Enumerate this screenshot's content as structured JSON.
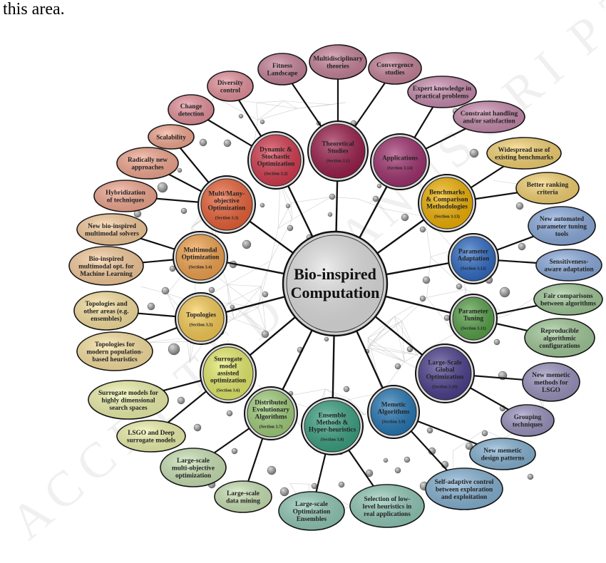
{
  "header_text": "this area.",
  "watermark": "ACCEPTED MANUSCRIPT",
  "center": {
    "label": [
      "Bio-inspired",
      "Computation"
    ]
  },
  "topics": [
    {
      "id": "theoretical",
      "title": [
        "Theoretical",
        "Studies"
      ],
      "section": "(Section 3.1)",
      "color": "#9c1d4a",
      "leaves": [
        {
          "text": [
            "Fitness",
            "Landscape"
          ]
        },
        {
          "text": [
            "Multidisciplinary",
            "theories"
          ]
        },
        {
          "text": [
            "Convergence",
            "studies"
          ]
        }
      ]
    },
    {
      "id": "applications",
      "title": [
        "Applications"
      ],
      "section": "(Section 3.14)",
      "color": "#a1306f",
      "leaves": [
        {
          "text": [
            "Expert knowledge in",
            "practical problems"
          ]
        },
        {
          "text": [
            "Constraint handling",
            "and/or satisfaction"
          ]
        }
      ]
    },
    {
      "id": "benchmarks",
      "title": [
        "Benchmarks",
        "& Comparison",
        "Methodologies"
      ],
      "section": "(Section 3.13)",
      "color": "#f4b400",
      "leaves": [
        {
          "text": [
            "Widespread use of",
            "existing benchmarks"
          ]
        },
        {
          "text": [
            "Better ranking",
            "criteria"
          ]
        }
      ]
    },
    {
      "id": "param-adapt",
      "title": [
        "Parameter",
        "Adaptation"
      ],
      "section": "(Section 3.12)",
      "color": "#2f6cc8",
      "leaves": [
        {
          "text": [
            "New automated",
            "parameter tuning",
            "tools"
          ]
        },
        {
          "text": [
            "Sensitiveness-",
            "aware adaptation"
          ]
        }
      ]
    },
    {
      "id": "param-tuning",
      "title": [
        "Parameter",
        "Tuning"
      ],
      "section": "(Section 3.11)",
      "color": "#57a348",
      "leaves": [
        {
          "text": [
            "Fair comparisons",
            "between algorithms"
          ]
        },
        {
          "text": [
            "Reproducible",
            "algorithmic",
            "configurations"
          ]
        }
      ]
    },
    {
      "id": "lsgo",
      "title": [
        "Large-Scale",
        "Global",
        "Optimization"
      ],
      "section": "(Section 3.10)",
      "color": "#4b3f8f",
      "leaves": [
        {
          "text": [
            "New memetic",
            "methods for",
            "LSGO"
          ]
        },
        {
          "text": [
            "Grouping",
            "techniques"
          ]
        }
      ]
    },
    {
      "id": "memetic",
      "title": [
        "Memetic",
        "Algorithms"
      ],
      "section": "(Section 3.9)",
      "color": "#2478b7",
      "leaves": [
        {
          "text": [
            "New memetic",
            "design patterns"
          ]
        },
        {
          "text": [
            "Self-adaptive control",
            "between exploration",
            "and exploitation"
          ]
        }
      ]
    },
    {
      "id": "ensemble",
      "title": [
        "Ensemble",
        "Methods &",
        "Hyper-heuristics"
      ],
      "section": "(Section 3.8)",
      "color": "#3aa382",
      "leaves": [
        {
          "text": [
            "Selection of low-",
            "level heuristics in",
            "real applications"
          ]
        },
        {
          "text": [
            "Large-scale",
            "Optimization",
            "Ensembles"
          ]
        }
      ]
    },
    {
      "id": "distributed",
      "title": [
        "Distributed",
        "Evolutionary",
        "Algorithms"
      ],
      "section": "(Section 3.7)",
      "color": "#a3d27c",
      "leaves": [
        {
          "text": [
            "Large-scale",
            "data mining"
          ]
        },
        {
          "text": [
            "Large-scale",
            "multi-objective",
            "optimization"
          ]
        }
      ]
    },
    {
      "id": "surrogate",
      "title": [
        "Surrogate",
        "model",
        "assisted",
        "optimization"
      ],
      "section": "(Section 3.6)",
      "color": "#e9f06b",
      "leaves": [
        {
          "text": [
            "LSGO and Deep",
            "surrogate models"
          ]
        },
        {
          "text": [
            "Surrogate models for",
            "highly dimensional",
            "search spaces"
          ]
        }
      ]
    },
    {
      "id": "topologies",
      "title": [
        "Topologies"
      ],
      "section": "(Section 3.5)",
      "color": "#fbcf55",
      "leaves": [
        {
          "text": [
            "Topologies for",
            "modern population-",
            "based heuristics"
          ]
        },
        {
          "text": [
            "Topologies and",
            "other areas (e.g.",
            "ensembles)"
          ]
        }
      ]
    },
    {
      "id": "multimodal",
      "title": [
        "Multimodal",
        "Optimization"
      ],
      "section": "(Section 3.4)",
      "color": "#f6a54d",
      "leaves": [
        {
          "text": [
            "Bio-inspired",
            "multimodal opt. for",
            "Machine Learning"
          ]
        },
        {
          "text": [
            "New bio-inspired",
            "multimodal solvers"
          ]
        }
      ]
    },
    {
      "id": "multiobjective",
      "title": [
        "Multi/Many-",
        "objective",
        "Optimization"
      ],
      "section": "(Section 3.3)",
      "color": "#ee6237",
      "leaves": [
        {
          "text": [
            "Hybridization",
            "of techniques"
          ]
        },
        {
          "text": [
            "Radically new",
            "approaches"
          ]
        },
        {
          "text": [
            "Scalability"
          ]
        }
      ]
    },
    {
      "id": "dynamic",
      "title": [
        "Dynamic &",
        "Stochastic",
        "Optimization"
      ],
      "section": "(Section 3.2)",
      "color": "#d73a4f",
      "leaves": [
        {
          "text": [
            "Change",
            "detection"
          ]
        },
        {
          "text": [
            "Diversity",
            "control"
          ]
        }
      ]
    }
  ]
}
